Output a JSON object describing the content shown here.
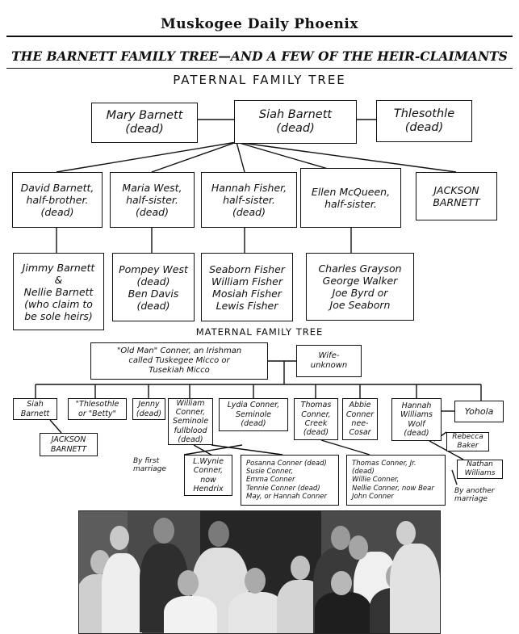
{
  "newspaper": {
    "masthead": "Muskogee Daily Phoenix"
  },
  "headline": "THE BARNETT FAMILY TREE—AND A FEW OF THE HEIR-CLAIMANTS",
  "paternal": {
    "heading": "PATERNAL FAMILY TREE",
    "parents": {
      "mary": "Mary Barnett\n(dead)",
      "siah": "Siah Barnett\n(dead)",
      "thlesothle": "Thlesothle\n(dead)"
    },
    "children": {
      "david": "David Barnett,\nhalf-brother.\n(dead)",
      "maria": "Maria West,\nhalf-sister.\n(dead)",
      "hannah": "Hannah Fisher,\nhalf-sister.\n(dead)",
      "ellen": "Ellen McQueen,\nhalf-sister.",
      "jackson": "JACKSON\nBARNETT"
    },
    "heirs": {
      "jimmy": "Jimmy Barnett\n&\nNellie Barnett\n(who claim to\nbe sole heirs)",
      "pompey": "Pompey West\n(dead)\nBen Davis\n(dead)",
      "seaborn": "Seaborn Fisher\nWilliam Fisher\nMosiah Fisher\nLewis Fisher",
      "charles": "Charles Grayson\nGeorge Walker\nJoe Byrd or\nJoe Seaborn"
    }
  },
  "maternal": {
    "heading": "MATERNAL FAMILY TREE",
    "conner": "\"Old Man\" Conner, an Irishman\ncalled Tuskegee Micco or\nTusekiah Micco",
    "wife": "Wife-\nunknown",
    "children": {
      "siah": "Siah\nBarnett",
      "thlesothle": "\"Thlesothle\nor \"Betty\"",
      "jenny": "Jenny\n(dead)",
      "william": "William\nConner,\nSeminole\nfullblood\n(dead)",
      "lydia": "Lydia Conner,\nSeminole\n(dead)",
      "thomas": "Thomas\nConner,\nCreek\n(dead)",
      "abbie": "Abbie\nConner\nnee-\nCosar",
      "hannah": "Hannah\nWilliams\nWolf\n(dead)",
      "yohola": "Yohola"
    },
    "jackson": "JACKSON\nBARNETT",
    "rebecca": "Rebecca\nBaker",
    "nathan": "Nathan\nWilliams",
    "wynie": "L.Wynie\nConner,\nnow\nHendrix",
    "posanna": "Posanna Conner (dead)\nSusie Conner,\nEmma Conner\nTennie Conner (dead)\nMay, or Hannah Conner",
    "thomas_jr": "Thomas Conner, Jr.\n(dead)\nWillie Conner,\nNellie Conner, now Bear\nJohn Conner",
    "note_first": "By first\nmarriage",
    "note_another": "By another\nmarriage"
  }
}
